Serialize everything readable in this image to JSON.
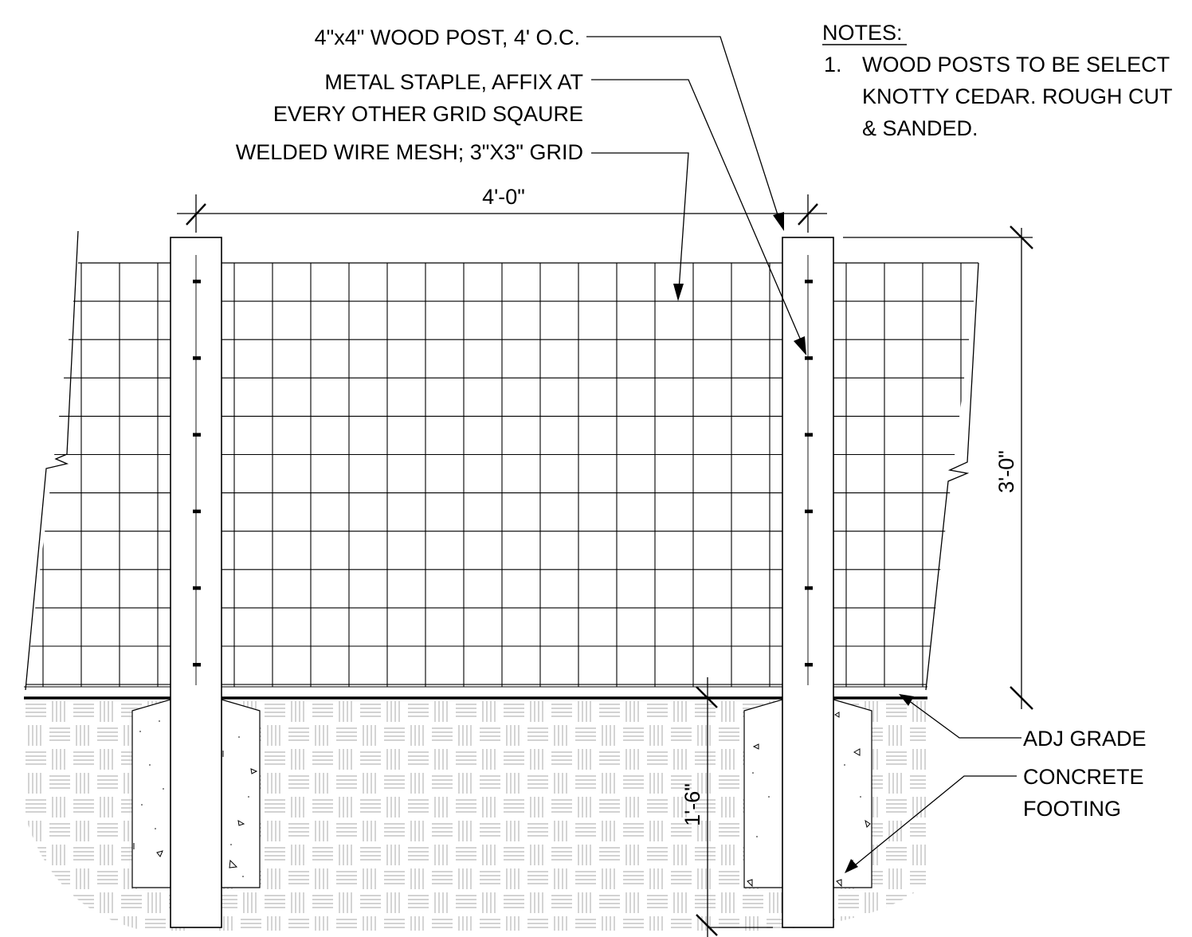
{
  "colors": {
    "ink": "#000000",
    "paper": "#ffffff",
    "soil_hatch": "#b8b8b8"
  },
  "leaders": {
    "post": "4\"x4\" WOOD POST, 4' O.C.",
    "staple_line1": "METAL STAPLE, AFFIX AT",
    "staple_line2": "EVERY OTHER GRID SQAURE",
    "mesh": "WELDED WIRE MESH; 3\"X3\" GRID",
    "grade": "ADJ GRADE",
    "footing_line1": "CONCRETE",
    "footing_line2": "FOOTING"
  },
  "notes": {
    "title": "NOTES:",
    "items": [
      {
        "number": "1.",
        "lines": [
          "WOOD POSTS TO BE SELECT",
          "KNOTTY CEDAR. ROUGH CUT",
          "& SANDED."
        ]
      }
    ]
  },
  "dimensions": {
    "post_spacing": "4'-0\"",
    "fence_height": "3'-0\"",
    "embed_depth": "1'-6\""
  },
  "icons": [
    "break-line-symbol",
    "dimension-tick",
    "arrowhead",
    "concrete-aggregate"
  ]
}
